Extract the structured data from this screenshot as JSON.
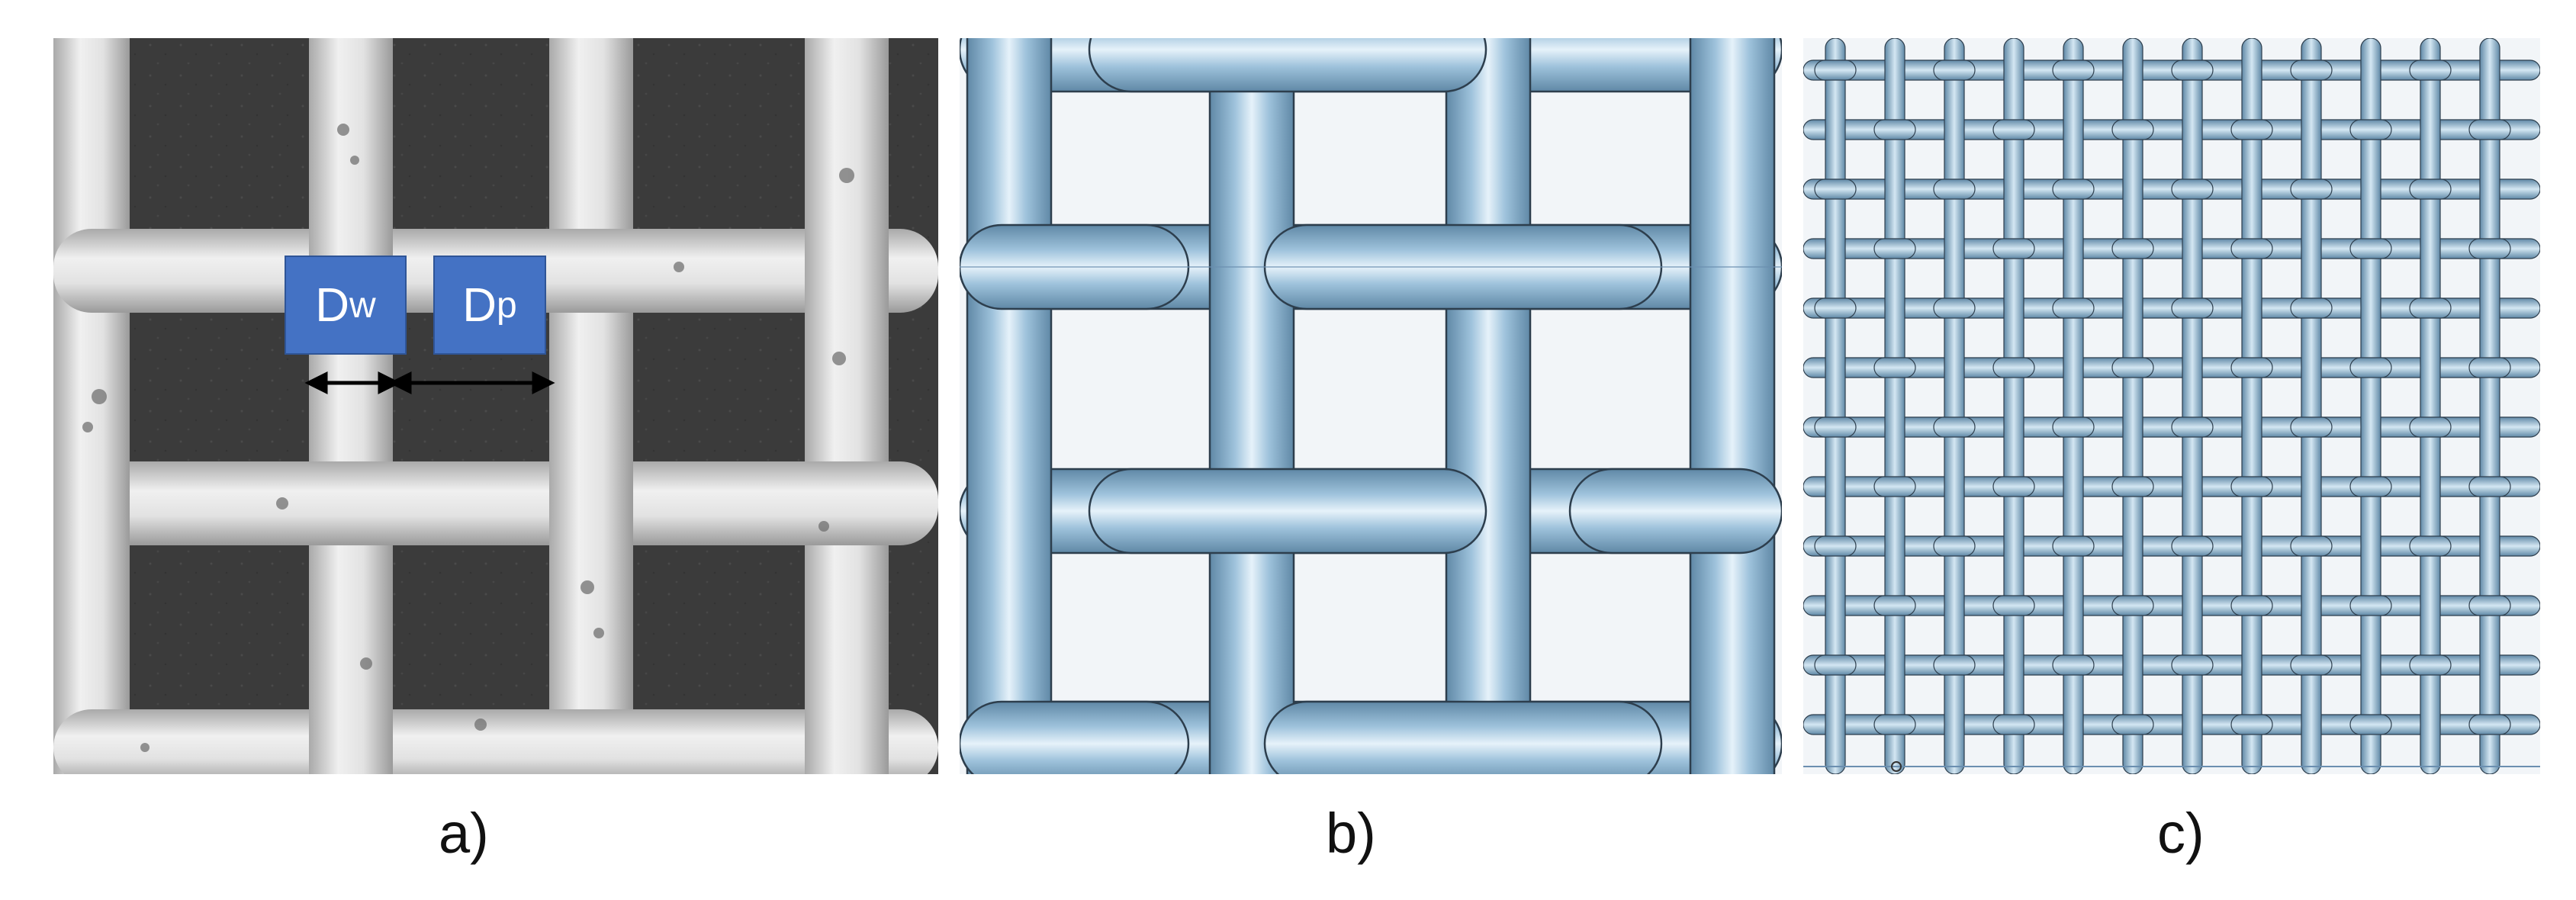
{
  "figure": {
    "panels": [
      {
        "id": "a",
        "caption": "a)",
        "content": "SEM micrograph of plain-weave wire mesh"
      },
      {
        "id": "b",
        "caption": "b)",
        "content": "3D model of woven mesh unit"
      },
      {
        "id": "c",
        "caption": "c)",
        "content": "3D model of full woven mesh"
      }
    ],
    "labels": {
      "dw_main": "D",
      "dw_sub": "w",
      "dp_main": "D",
      "dp_sub": "p"
    },
    "colors": {
      "label_box": "#4472c4",
      "wire_model": "#8fb4cf",
      "sem_background": "#3a3a3a",
      "sem_wire": "#d8d8d8"
    }
  }
}
